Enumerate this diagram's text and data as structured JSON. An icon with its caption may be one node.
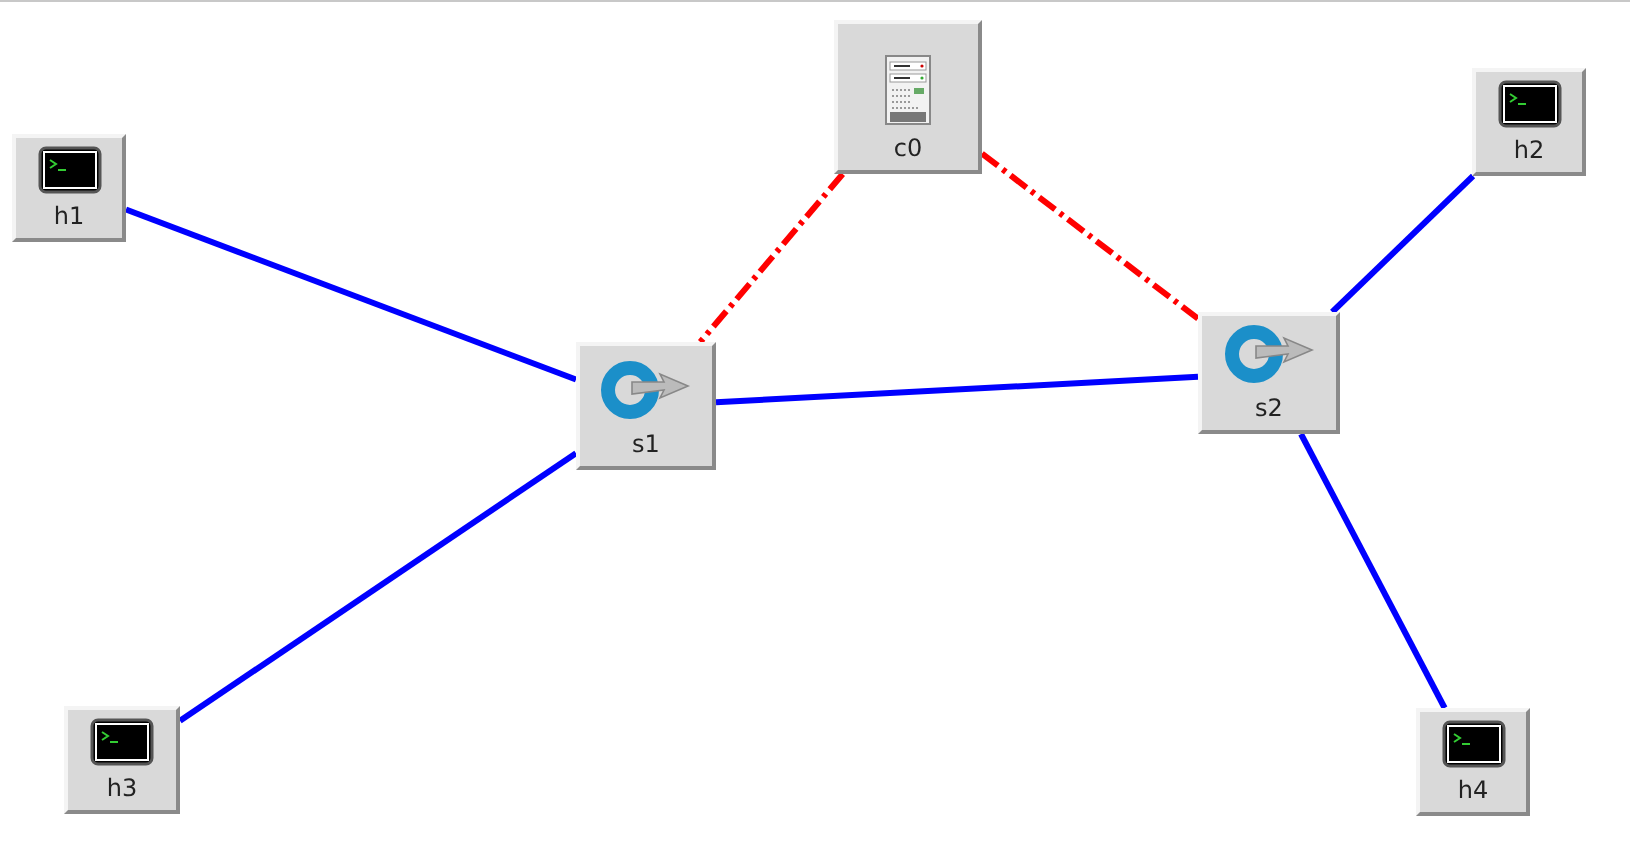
{
  "diagram": {
    "nodes": [
      {
        "text": [
          "c0"
        ]
      },
      {
        "text": [
          "h2"
        ]
      },
      {
        "text": [
          "h1"
        ]
      },
      {
        "text": [
          "s2"
        ]
      },
      {
        "text": [
          "s1"
        ]
      },
      {
        "text": [
          "h3"
        ]
      },
      {
        "text": [
          "h4"
        ]
      }
    ],
    "edges": [
      {
        "from": 2,
        "to": 4,
        "arrow": "none"
      },
      {
        "from": 5,
        "to": 4,
        "arrow": "none"
      },
      {
        "from": 4,
        "to": 3,
        "arrow": "none"
      },
      {
        "from": 3,
        "to": 1,
        "arrow": "none"
      },
      {
        "from": 3,
        "to": 6,
        "arrow": "none"
      },
      {
        "from": 0,
        "to": 4,
        "arrow": "none",
        "style": "dashed",
        "color": "#ff0000"
      },
      {
        "from": 0,
        "to": 3,
        "arrow": "none",
        "style": "dashed",
        "color": "#ff0000"
      }
    ]
  }
}
